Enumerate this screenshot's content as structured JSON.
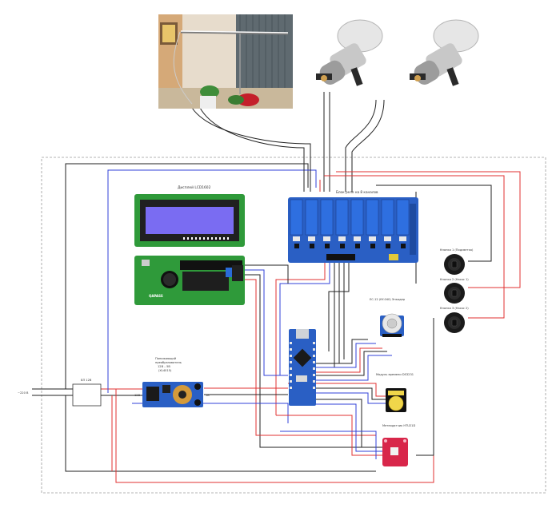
{
  "labels": {
    "lcd": "Дисплей LCD1602",
    "relay": "Блок реле на 8 каналов",
    "button1": "Кнопка 1 (Подсветка)",
    "button2": "Кнопка 2 (Насос 1)",
    "button3": "Кнопка 3 (Насос 2)",
    "encoder": "EC-12 (KY-040) Энкодер",
    "rtc": "Модуль времени DS3231",
    "sensor": "Метеодатчик HTU21D",
    "converter_l1": "Понижающий",
    "converter_l2": "преобразователь",
    "converter_l3": "12В – 5В",
    "converter_l4": "(XL4015)",
    "psu": "БП 12В",
    "mains": "~220 В",
    "in_12v": "12В",
    "out_5v": "5В",
    "lcd_mark": "QAPASS"
  },
  "colors": {
    "wire_black": "#222222",
    "wire_blue": "#3040d8",
    "wire_red": "#e03030",
    "pcb_blue": "#2a5fc4",
    "pcb_green": "#2f9a3a",
    "lcd_screen": "#7a6cf2",
    "sensor_red": "#d8264a"
  }
}
